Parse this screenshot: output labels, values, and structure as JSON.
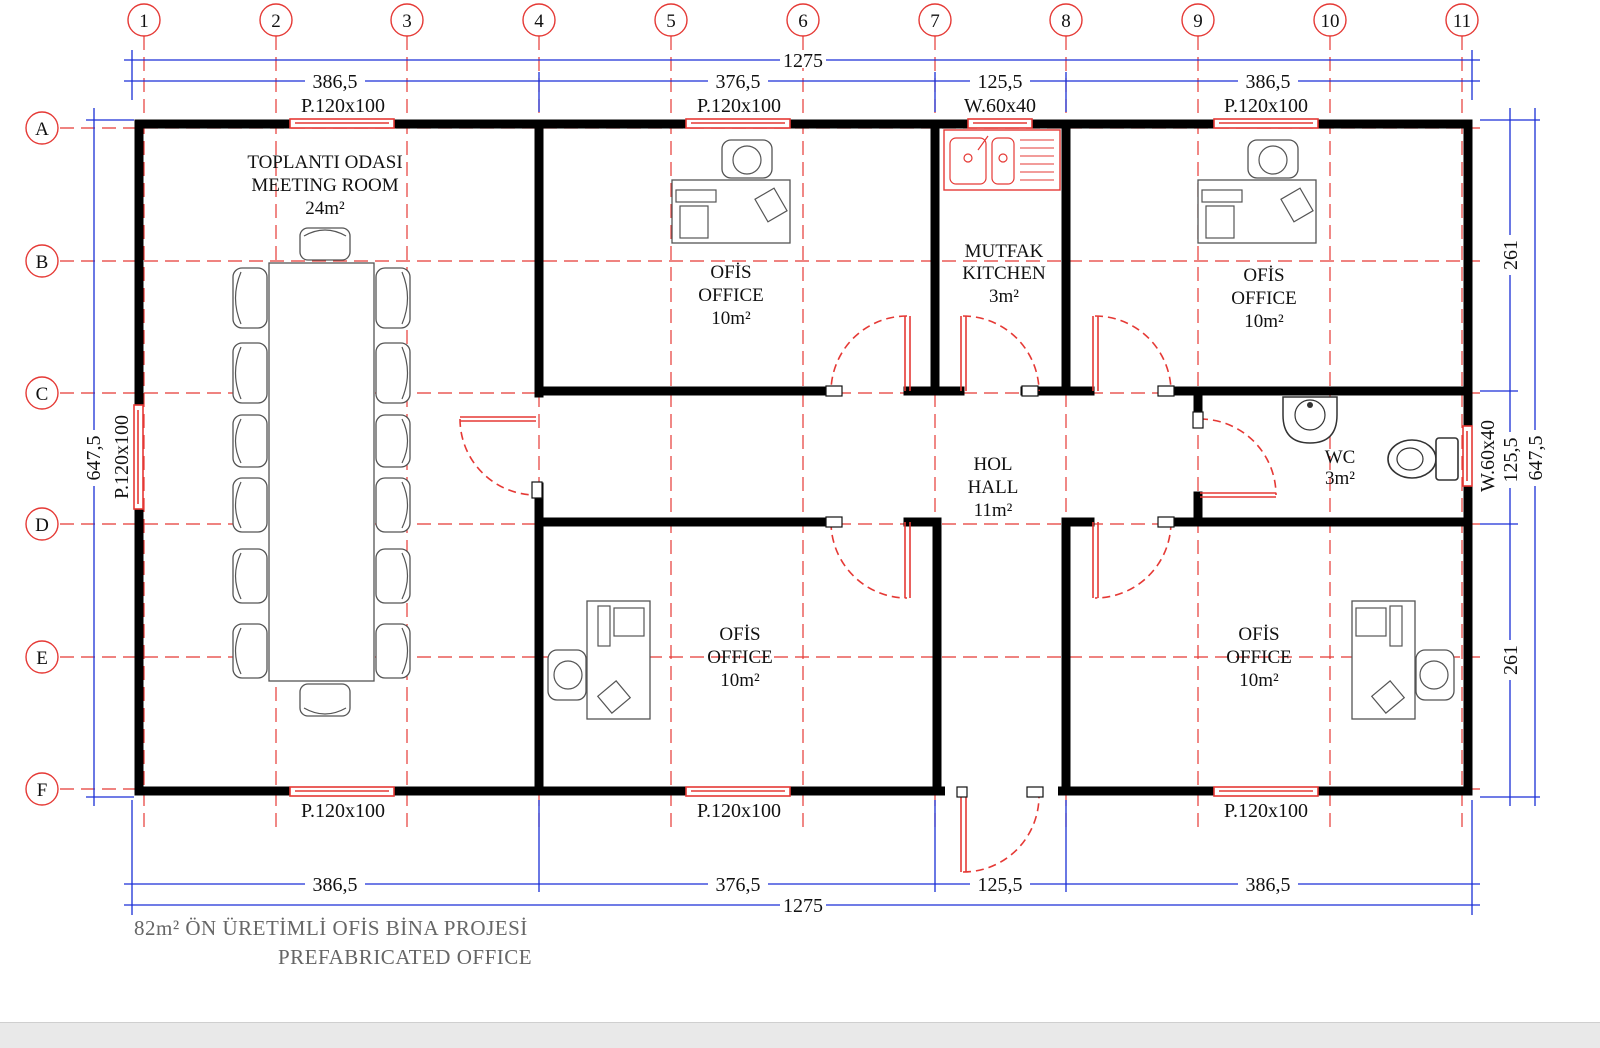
{
  "title": {
    "line1": "82m² ÖN ÜRETİMLİ OFİS BİNA PROJESİ",
    "line2": "PREFABRICATED OFFICE"
  },
  "grid": {
    "columns": [
      "1",
      "2",
      "3",
      "4",
      "5",
      "6",
      "7",
      "8",
      "9",
      "10",
      "11"
    ],
    "rows": [
      "A",
      "B",
      "C",
      "D",
      "E",
      "F"
    ]
  },
  "dimensions": {
    "top_overall": "1275",
    "bottom_overall": "1275",
    "top_segments": [
      "386,5",
      "376,5",
      "125,5",
      "386,5"
    ],
    "bottom_segments": [
      "386,5",
      "376,5",
      "125,5",
      "386,5"
    ],
    "left_overall": "647,5",
    "right_overall": "647,5",
    "right_segments": [
      "261",
      "125,5",
      "261"
    ]
  },
  "rooms": {
    "meeting": {
      "name_tr": "TOPLANTI ODASI",
      "name_en": "MEETING ROOM",
      "area": "24m²"
    },
    "office_tl": {
      "name_tr": "OFİS",
      "name_en": "OFFICE",
      "area": "10m²"
    },
    "kitchen": {
      "name_tr": "MUTFAK",
      "name_en": "KITCHEN",
      "area": "3m²"
    },
    "office_tr": {
      "name_tr": "OFİS",
      "name_en": "OFFICE",
      "area": "10m²"
    },
    "hall": {
      "name_tr": "HOL",
      "name_en": "HALL",
      "area": "11m²"
    },
    "wc": {
      "name": "WC",
      "area": "3m²"
    },
    "office_bl": {
      "name_tr": "OFİS",
      "name_en": "OFFICE",
      "area": "10m²"
    },
    "office_br": {
      "name_tr": "OFİS",
      "name_en": "OFFICE",
      "area": "10m²"
    }
  },
  "openings": {
    "top_meeting": "P.120x100",
    "top_office": "P.120x100",
    "top_kitchen": "W.60x40",
    "top_office_right": "P.120x100",
    "left_meeting": "P.120x100",
    "right_wc": "W.60x40",
    "bottom_meeting": "P.120x100",
    "bottom_office": "P.120x100",
    "bottom_office_right": "P.120x100"
  },
  "colors": {
    "wall": "#000000",
    "grid": "#e53935",
    "dimension": "#1a2fd6",
    "furniture": "#555555"
  }
}
